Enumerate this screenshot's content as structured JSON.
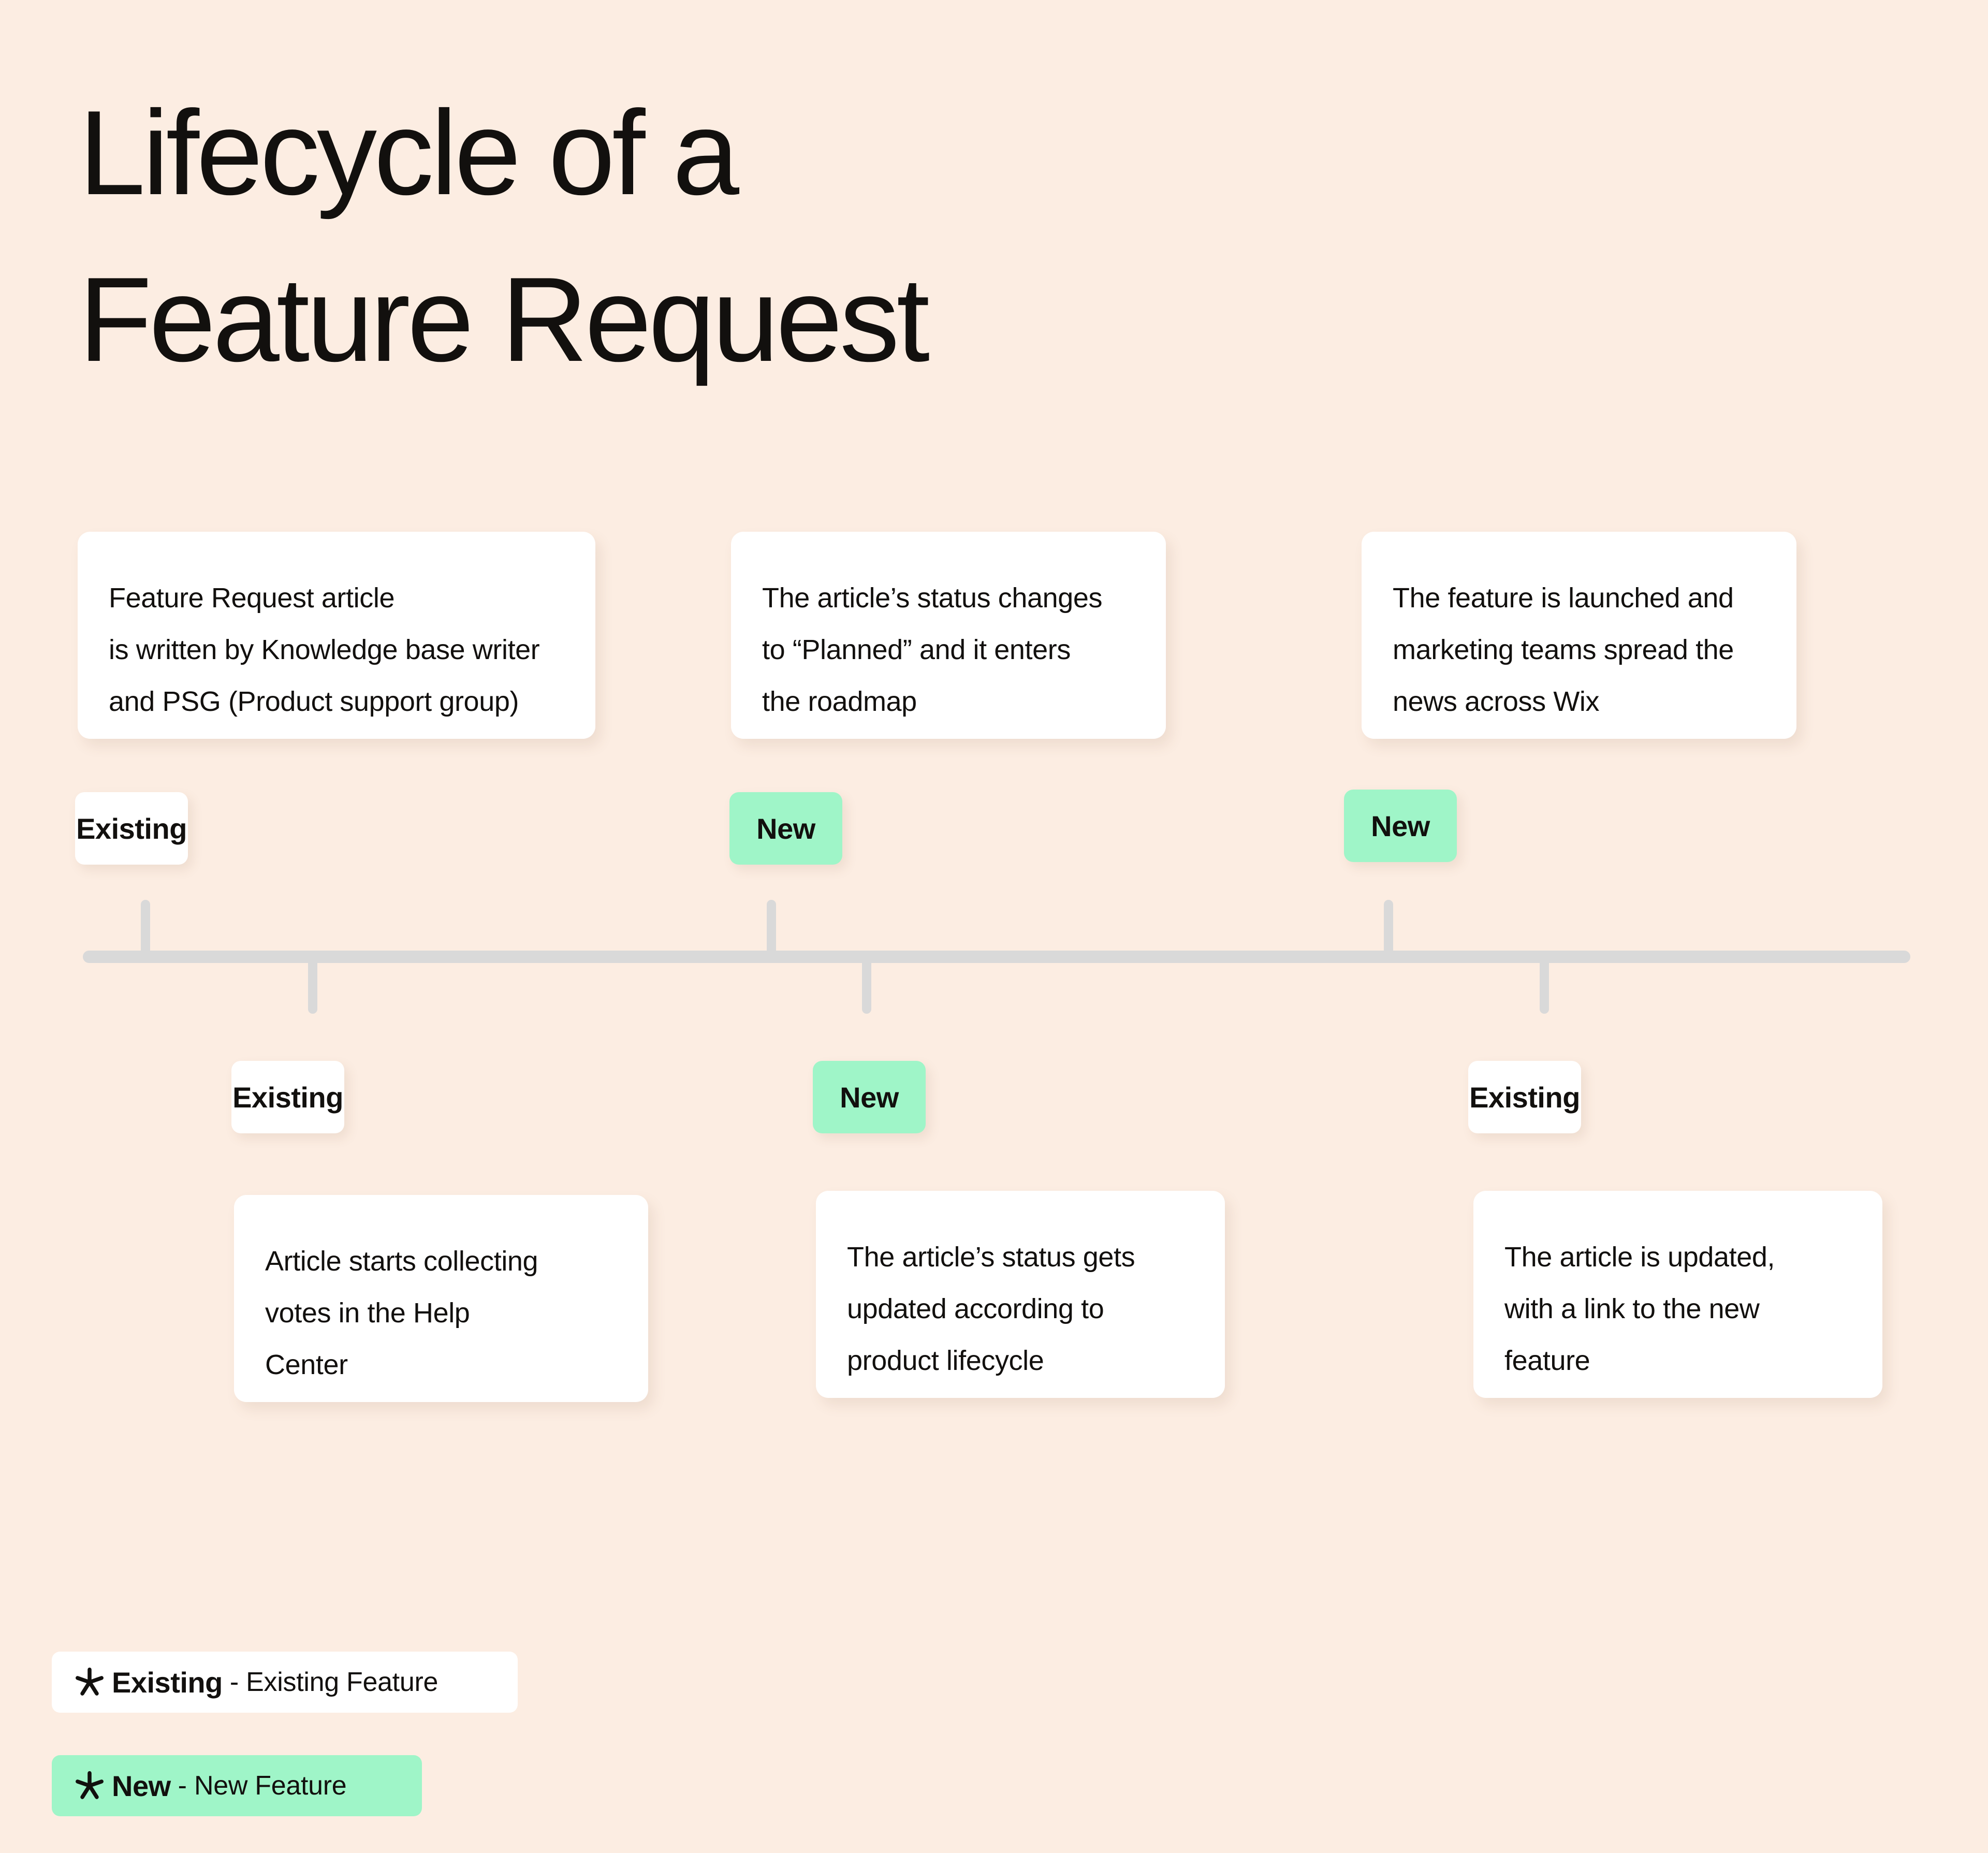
{
  "page": {
    "title": "Lifecycle of a\nFeature Request",
    "background_color": "#FCEDE2",
    "accent_new_color": "#9FF5C8",
    "accent_existing_color": "#FFFFFF",
    "axis_color": "#D9D9D9",
    "text_color": "#12100E"
  },
  "top_cards": [
    {
      "text": "Feature Request article\nis written by Knowledge base writer\nand PSG (Product support group)"
    },
    {
      "text": "The article’s status changes\nto “Planned” and it enters\nthe roadmap"
    },
    {
      "text": "The feature is launched and\nmarketing teams spread the\nnews across Wix"
    }
  ],
  "top_badges": [
    {
      "label": "Existing",
      "type": "existing"
    },
    {
      "label": "New",
      "type": "new"
    },
    {
      "label": "New",
      "type": "new"
    }
  ],
  "bottom_badges": [
    {
      "label": "Existing",
      "type": "existing"
    },
    {
      "label": "New",
      "type": "new"
    },
    {
      "label": "Existing",
      "type": "existing"
    }
  ],
  "bottom_cards": [
    {
      "text": "Article starts collecting\nvotes in the Help\nCenter"
    },
    {
      "text": "The article’s status gets\nupdated according to\nproduct lifecycle"
    },
    {
      "text": "The article is updated,\nwith a link to the new\nfeature"
    }
  ],
  "legend": [
    {
      "key": "Existing",
      "separator": "-",
      "description": "Existing Feature",
      "type": "existing",
      "icon": "asterisk-icon"
    },
    {
      "key": "New",
      "separator": "-",
      "description": "New Feature",
      "type": "new",
      "icon": "asterisk-icon"
    }
  ]
}
